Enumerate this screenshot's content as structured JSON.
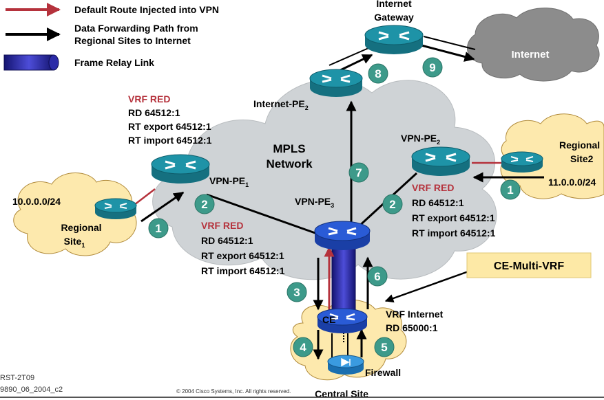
{
  "legend": {
    "default_route": "Default Route Injected into VPN",
    "forwarding_path_line1": "Data Forwarding Path from",
    "forwarding_path_line2": "Regional Sites to Internet",
    "frame_relay": "Frame Relay Link"
  },
  "colors": {
    "red_arrow": "#b5323c",
    "black_arrow": "#000000",
    "cloud_mpls": "#cfd3d6",
    "cloud_site": "#fde9ad",
    "cloud_internet": "#8c8c8c",
    "router_teal": "#1e93a7",
    "router_blue": "#2a5bd6",
    "badge": "#3d9a8a",
    "vrf_red": "#b5323c",
    "callout_bg": "#fde9a6"
  },
  "labels": {
    "internet_gateway_1": "Internet",
    "internet_gateway_2": "Gateway",
    "internet": "Internet",
    "internet_pe": "Internet-PE",
    "internet_pe_sub": "2",
    "mpls_1": "MPLS",
    "mpls_2": "Network",
    "vpn_pe1": "VPN-PE",
    "vpn_pe1_sub": "1",
    "vpn_pe2": "VPN-PE",
    "vpn_pe2_sub": "2",
    "vpn_pe3": "VPN-PE",
    "vpn_pe3_sub": "3",
    "site1_net": "10.0.0.0/24",
    "site1_name_1": "Regional",
    "site1_name_2": "Site",
    "site1_sub": "1",
    "site2_name_1": "Regional",
    "site2_name_2": "Site2",
    "site2_net": "11.0.0.0/24",
    "ce": "CE",
    "vrf_internet_1": "VRF Internet",
    "vrf_internet_2": "RD 65000:1",
    "firewall": "Firewall",
    "central_site": "Central Site",
    "ce_multi_vrf": "CE-Multi-VRF",
    "footer_code_1": "RST-2T09",
    "footer_code_2": "9890_06_2004_c2",
    "copyright": "© 2004 Cisco Systems, Inc. All rights reserved."
  },
  "vrf_blocks": [
    {
      "title": "VRF RED",
      "rd": "RD 64512:1",
      "rt_export": "RT export 64512:1",
      "rt_import": "RT import 64512:1"
    },
    {
      "title": "VRF RED",
      "rd": "RD 64512:1",
      "rt_export": "RT export 64512:1",
      "rt_import": "RT import 64512:1"
    },
    {
      "title": "VRF RED",
      "rd": "RD 64512:1",
      "rt_export": "RT export 64512:1",
      "rt_import": "RT import 64512:1"
    }
  ],
  "badges": [
    "1",
    "2",
    "1",
    "2",
    "3",
    "4",
    "5",
    "6",
    "7",
    "8",
    "9"
  ]
}
